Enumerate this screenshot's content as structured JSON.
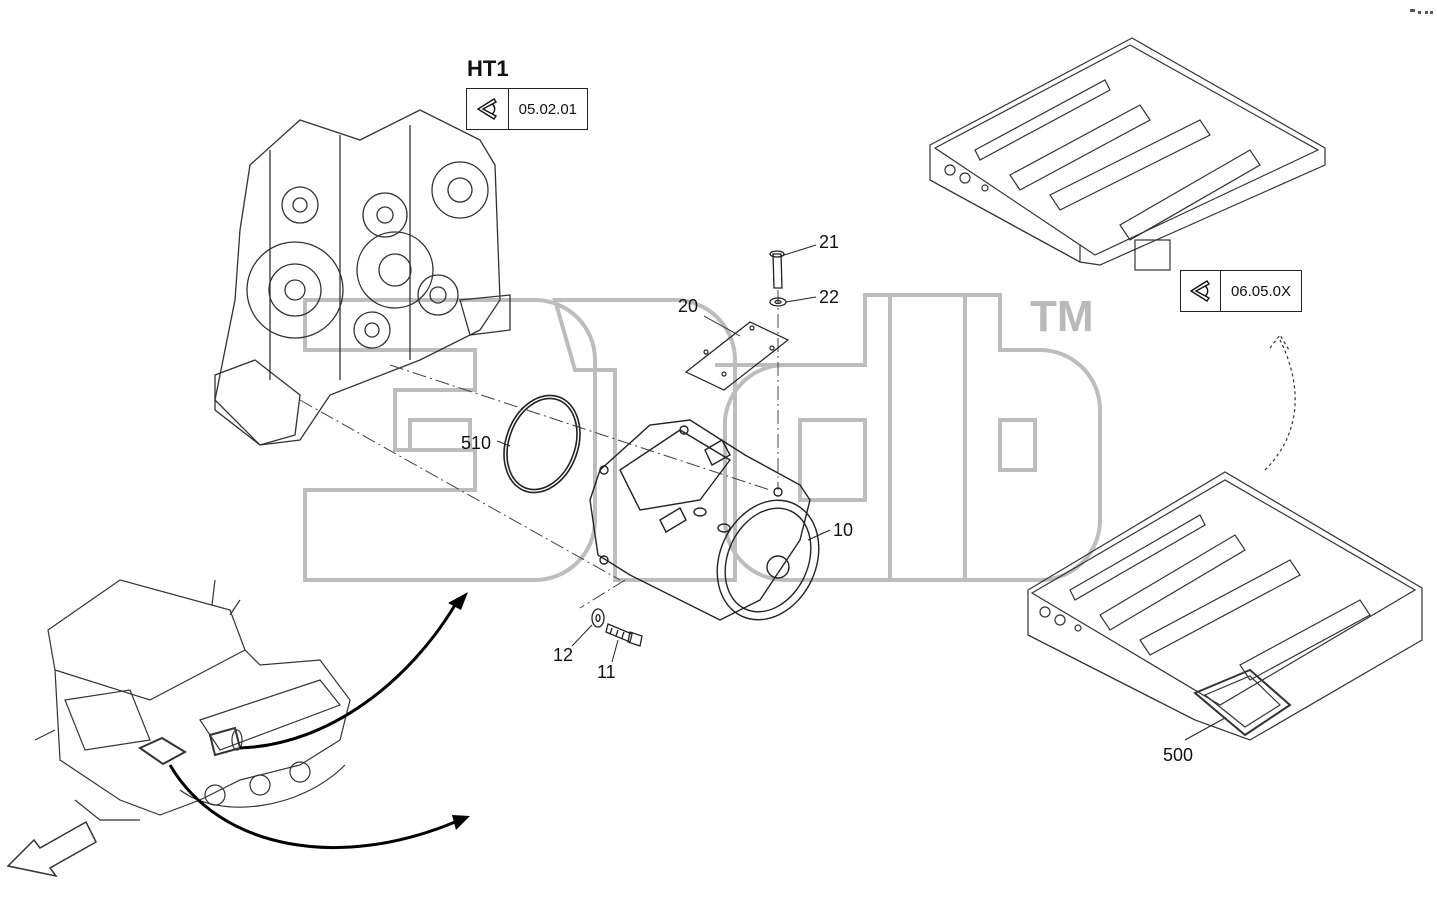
{
  "figure": {
    "heading": "HT1",
    "references": [
      {
        "code": "05.02.01",
        "icon": "eye-view-icon"
      },
      {
        "code": "06.05.0X",
        "icon": "eye-view-icon"
      }
    ],
    "callouts": [
      "21",
      "22",
      "20",
      "510",
      "10",
      "12",
      "11",
      "500"
    ],
    "watermark_mark": "TM"
  }
}
